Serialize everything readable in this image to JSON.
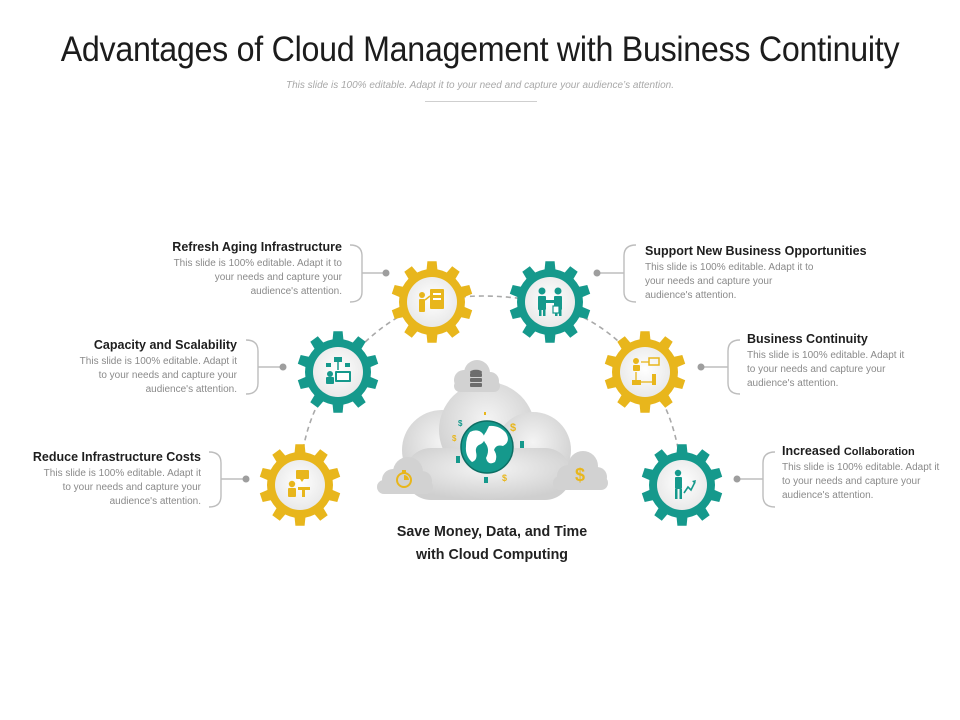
{
  "title": "Advantages of Cloud Management with Business Continuity",
  "subtitle": "This slide is 100% editable. Adapt it to your need and capture your audience’s attention.",
  "colors": {
    "yellow": "#E8B61C",
    "teal": "#15998C",
    "gray_cloud": "#D9D9D9",
    "text_dark": "#1e1e1e",
    "text_light": "#8a8a8a"
  },
  "center": {
    "caption_line1": "Save Money, Data, and Time",
    "caption_line2": "with Cloud Computing",
    "icons": [
      "cloud-icon",
      "globe-icon",
      "database-icon",
      "dollar-icon",
      "stopwatch-icon"
    ]
  },
  "items": [
    {
      "id": "refresh",
      "heading": "Refresh Aging Infrastructure",
      "desc_lines": [
        "This slide is 100% editable. Adapt it to",
        "your needs and capture your",
        "audience's attention."
      ],
      "gear_color": "yellow",
      "icon": "presentation-icon"
    },
    {
      "id": "capacity",
      "heading": "Capacity and Scalability",
      "desc_lines": [
        "This slide is 100% editable. Adapt it",
        "to your needs and capture your",
        "audience's attention."
      ],
      "gear_color": "teal",
      "icon": "network-computer-icon"
    },
    {
      "id": "reduce",
      "heading": "Reduce Infrastructure Costs",
      "desc_lines": [
        "This slide is 100% editable. Adapt it",
        "to your needs and capture your",
        "audience's attention."
      ],
      "gear_color": "yellow",
      "icon": "meeting-icon"
    },
    {
      "id": "support",
      "heading": "Support New Business Opportunities",
      "desc_lines": [
        "This slide is 100% editable. Adapt it to",
        "your needs and capture your",
        "audience's attention."
      ],
      "gear_color": "teal",
      "icon": "handshake-icon"
    },
    {
      "id": "continuity",
      "heading": "Business Continuity",
      "desc_lines": [
        "This slide is 100% editable. Adapt it",
        "to your needs and capture your",
        "audience's attention."
      ],
      "gear_color": "yellow",
      "icon": "workflow-icon"
    },
    {
      "id": "collab",
      "heading": "Increased",
      "heading_small": "Collaboration",
      "desc_lines": [
        "This slide is 100% editable. Adapt it",
        "to your needs and capture your",
        "audience's attention."
      ],
      "gear_color": "teal",
      "icon": "person-chart-icon"
    }
  ]
}
